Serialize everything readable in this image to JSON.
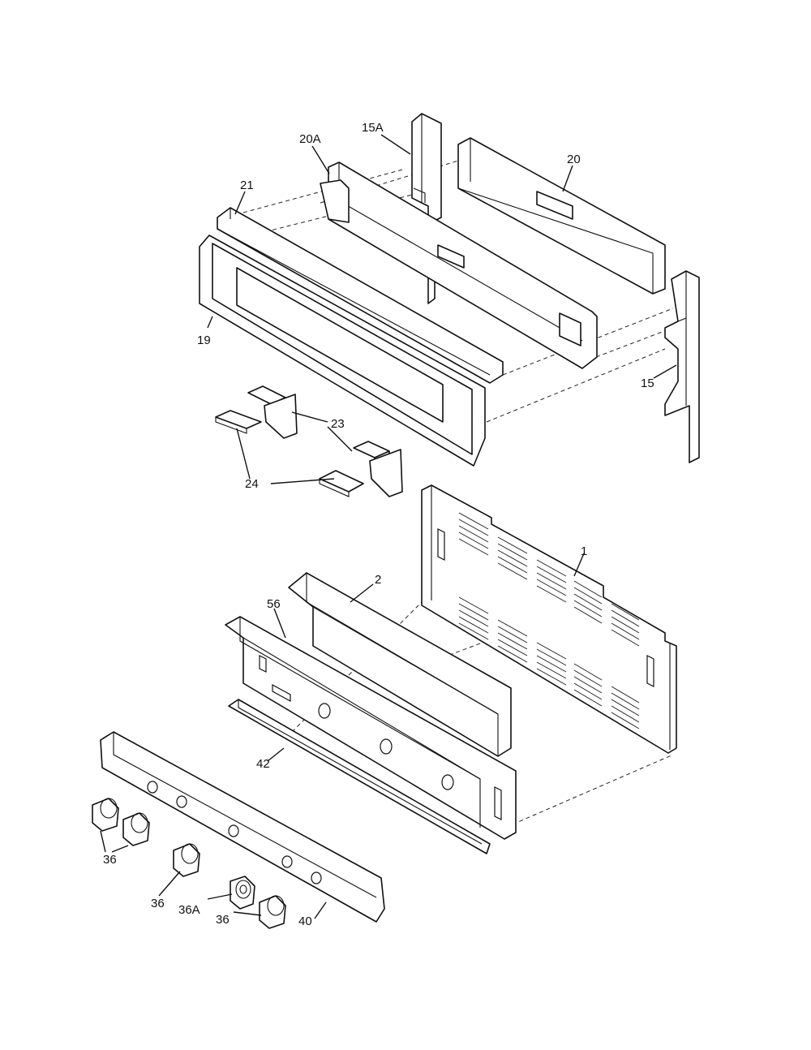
{
  "callouts": {
    "p15A": "15A",
    "p20A": "20A",
    "p20": "20",
    "p21": "21",
    "p19": "19",
    "p15": "15",
    "p23": "23",
    "p24": "24",
    "p1": "1",
    "p2": "2",
    "p56": "56",
    "p42": "42",
    "p36a": "36",
    "p36b": "36",
    "p36c": "36",
    "p36A": "36A",
    "p40": "40"
  }
}
